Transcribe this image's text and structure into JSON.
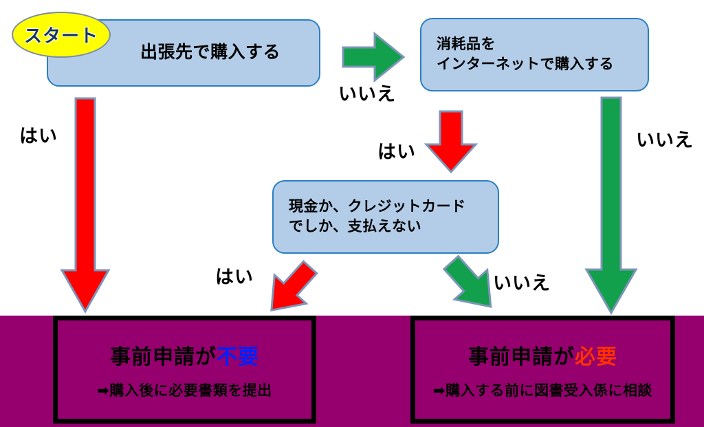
{
  "diagram": {
    "title_hidden": "",
    "start_badge": {
      "label": "スタート",
      "color": "#ffff00",
      "text_color": "#16365c"
    },
    "boxes": [
      {
        "id": "travel",
        "text": "出張先で購入する"
      },
      {
        "id": "internet",
        "line1": "消耗品を",
        "line2": "インターネットで購入する"
      },
      {
        "id": "payment",
        "line1": "現金か、クレジットカード",
        "line2": "でしか、支払えない"
      }
    ],
    "labels": {
      "yes_left": "はい",
      "no_top": "いいえ",
      "yes_mid": "はい",
      "no_right": "いいえ",
      "yes_diag": "はい",
      "no_diag": "いいえ"
    },
    "results": {
      "left": {
        "title_main": "事前申請が",
        "title_accent": "不要",
        "accent_color": "#0020ff",
        "sub": "➡購入後に必要書類を提出"
      },
      "right": {
        "title_main": "事前申請が",
        "title_accent": "必要",
        "accent_color": "#ff3000",
        "sub": "➡購入する前に図書受入係に相談"
      }
    },
    "colors": {
      "box_fill": "#b3cde8",
      "box_border": "#2b7ec1",
      "band": "#95006e",
      "arrow_red": "#fe0000",
      "arrow_green": "#12a04c",
      "arrow_outline": "#7c95b8"
    }
  }
}
